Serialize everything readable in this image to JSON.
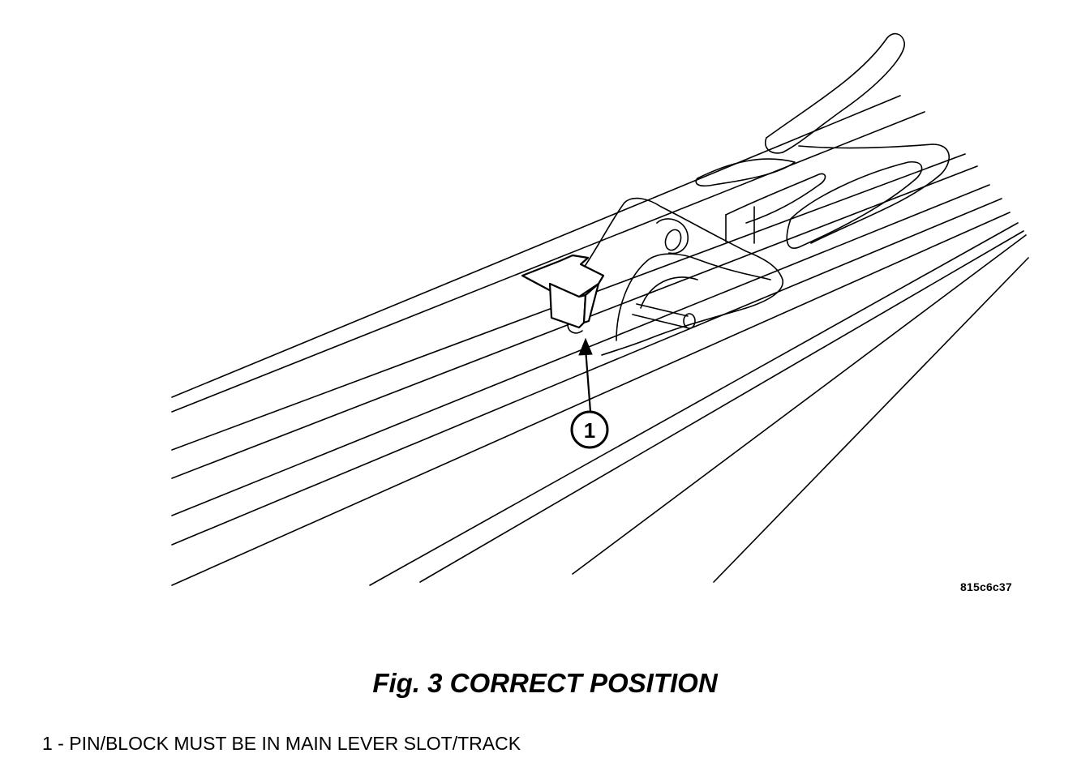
{
  "figure": {
    "part_id": "815c6c37",
    "caption": "Fig. 3 CORRECT POSITION",
    "callout": {
      "number": "1"
    },
    "legend": [
      {
        "text": "1 - PIN/BLOCK MUST BE IN MAIN LEVER SLOT/TRACK"
      }
    ]
  }
}
